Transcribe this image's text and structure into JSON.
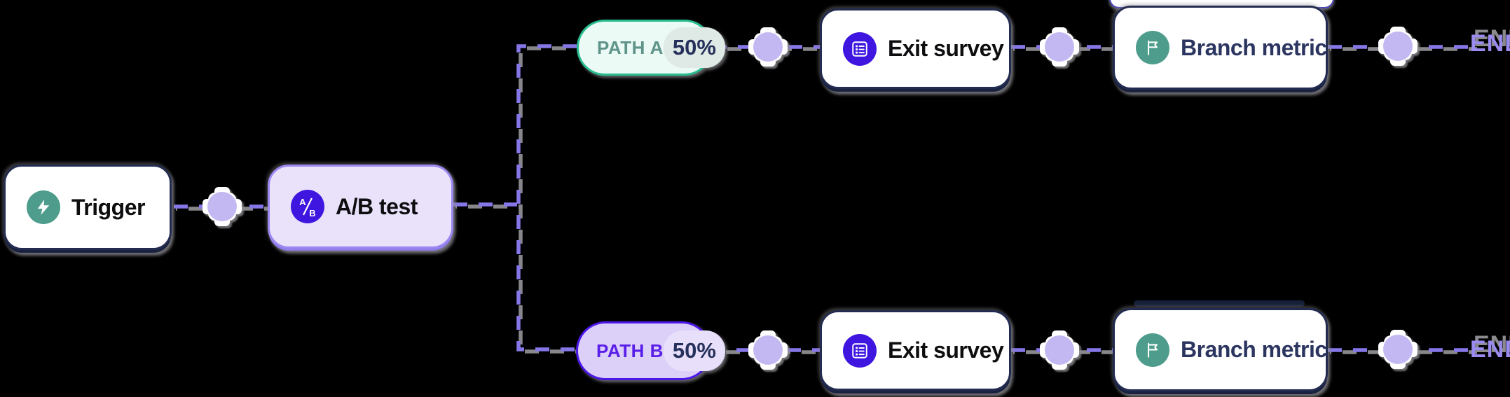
{
  "diagram": {
    "trigger": {
      "label": "Trigger"
    },
    "ab_test": {
      "label": "A/B test",
      "icon_a": "A",
      "icon_b": "B"
    },
    "paths": {
      "a": {
        "name": "PATH A",
        "split": "50%"
      },
      "b": {
        "name": "PATH B",
        "split": "50%"
      }
    },
    "top_branch": {
      "exit_survey": "Exit survey",
      "branch_metric": "Branch metric",
      "end": "END"
    },
    "bottom_branch": {
      "exit_survey": "Exit survey",
      "branch_metric": "Branch metric",
      "end": "END"
    },
    "colors": {
      "background": "#000000",
      "connector": "#8677E8",
      "connector_shadow": "#87878B",
      "card_border_navy": "#232C50",
      "teal_circle": "#4E9D8C",
      "indigo_circle": "#3E16E0",
      "ab_card_bg": "#E9E2FA",
      "ab_card_border": "#9C87F1",
      "path_a_border": "#28BD8F",
      "path_a_bg": "#EBFAF5",
      "path_a_text": "#5F948A",
      "path_b_border": "#4B16E8",
      "path_b_bg": "#DCD0F8",
      "path_b_text": "#5A1EE8",
      "percent_text": "#25305B",
      "add_node_dot": "#C4B8F2",
      "end_text": "#9A8BF0"
    }
  }
}
